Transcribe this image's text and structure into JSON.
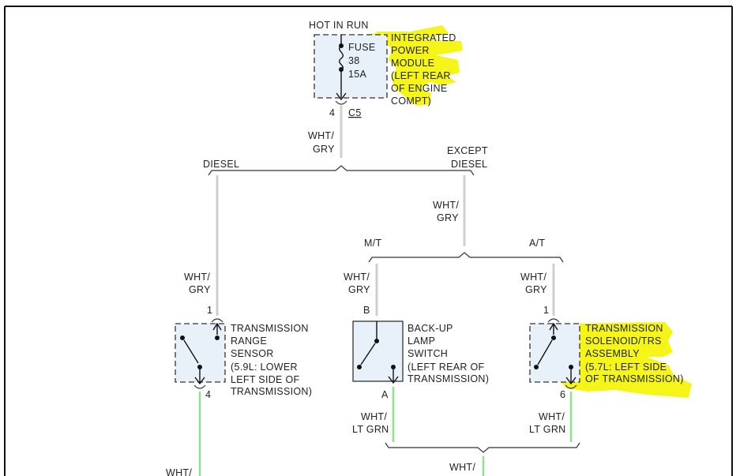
{
  "colors": {
    "highlight": "#f4f400",
    "wire_gray": "#cfcfcf",
    "wire_green": "#8de38d",
    "component_fill": "#e8f1f9"
  },
  "power_source": {
    "label": "HOT IN RUN",
    "fuse": [
      "FUSE",
      "38",
      "15A"
    ],
    "module": [
      "INTEGRATED",
      "POWER",
      "MODULE",
      "(LEFT REAR",
      "OF ENGINE",
      "COMPT)"
    ],
    "pin": "4",
    "connector": "C5"
  },
  "wires": {
    "main": [
      "WHT/",
      "GRY"
    ],
    "except_diesel": [
      "WHT/",
      "GRY"
    ],
    "diesel_branch": [
      "WHT/",
      "GRY"
    ],
    "mt_branch": [
      "WHT/",
      "GRY"
    ],
    "at_branch": [
      "WHT/",
      "GRY"
    ],
    "backup_out": [
      "WHT/",
      "LT GRN"
    ],
    "solenoid_out": [
      "WHT/",
      "LT GRN"
    ],
    "bottom_left": "WHT/",
    "bottom_mid": "WHT/"
  },
  "branches": {
    "diesel": "DIESEL",
    "except_diesel": [
      "EXCEPT",
      "DIESEL"
    ],
    "mt": "M/T",
    "at": "A/T"
  },
  "components": {
    "range_sensor": {
      "pin_top": "1",
      "pin_bottom": "4",
      "lines": [
        "TRANSMISSION",
        "RANGE",
        "SENSOR",
        "(5.9L: LOWER",
        "LEFT SIDE OF",
        "TRANSMISSION)"
      ]
    },
    "backup_switch": {
      "pin_top": "B",
      "pin_bottom": "A",
      "lines": [
        "BACK-UP",
        "LAMP",
        "SWITCH",
        "(LEFT REAR OF",
        "TRANSMISSION)"
      ]
    },
    "solenoid": {
      "pin_top": "1",
      "pin_bottom": "6",
      "lines": [
        "TRANSMISSION",
        "SOLENOID/TRS",
        "ASSEMBLY",
        "(5.7L: LEFT SIDE",
        "OF TRANSMISSION)"
      ]
    }
  }
}
